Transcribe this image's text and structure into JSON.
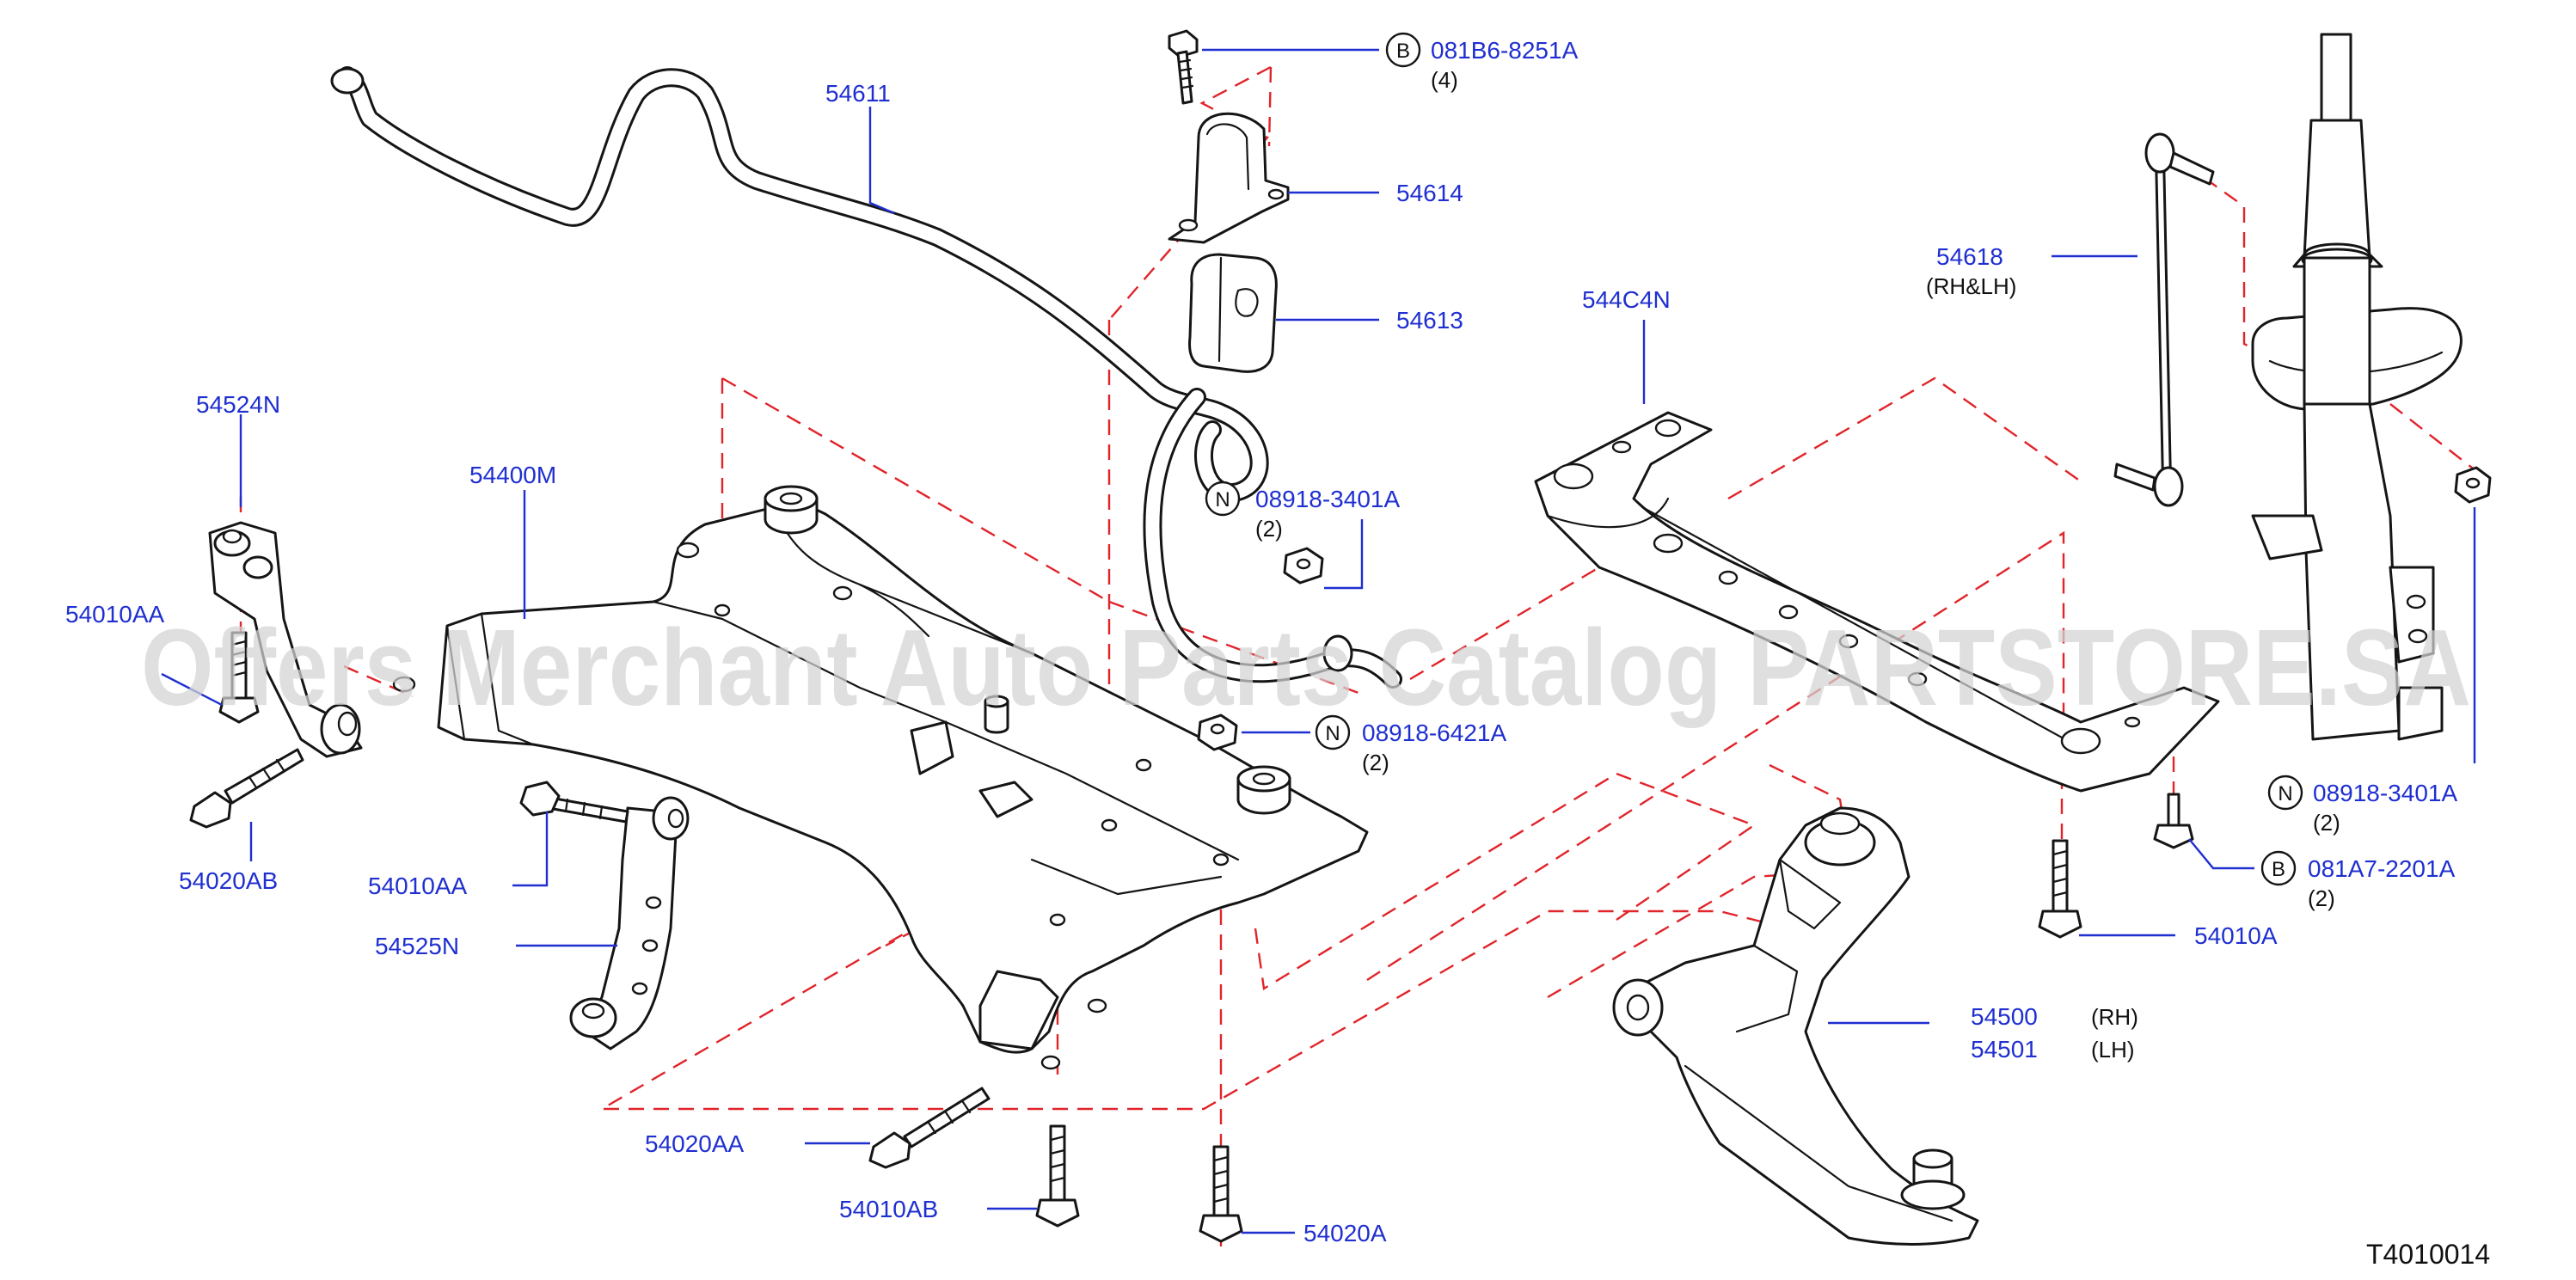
{
  "watermark": "Offers Merchant Auto Parts Catalog PARTSTORE.SA",
  "diagram_code": "T4010014",
  "bolt_symbols": {
    "b": "B",
    "n": "N"
  },
  "callouts": [
    {
      "id": "54611",
      "text": "54611"
    },
    {
      "id": "081B6-8251A",
      "text": "081B6-8251A",
      "symbol": "B",
      "qty": "(4)"
    },
    {
      "id": "54614",
      "text": "54614"
    },
    {
      "id": "54613",
      "text": "54613"
    },
    {
      "id": "54618",
      "text": "54618",
      "qty": "(RH&LH)"
    },
    {
      "id": "544C4N",
      "text": "544C4N"
    },
    {
      "id": "54524N",
      "text": "54524N"
    },
    {
      "id": "54400M",
      "text": "54400M"
    },
    {
      "id": "08918-3401A-top",
      "text": "08918-3401A",
      "symbol": "N",
      "qty": "(2)"
    },
    {
      "id": "54010AA-left",
      "text": "54010AA"
    },
    {
      "id": "08918-6421A",
      "text": "08918-6421A",
      "symbol": "N",
      "qty": "(2)"
    },
    {
      "id": "08918-3401A-right",
      "text": "08918-3401A",
      "symbol": "N",
      "qty": "(2)"
    },
    {
      "id": "081A7-2201A",
      "text": "081A7-2201A",
      "symbol": "B",
      "qty": "(2)"
    },
    {
      "id": "54020AB",
      "text": "54020AB"
    },
    {
      "id": "54010AA-mid",
      "text": "54010AA"
    },
    {
      "id": "54525N",
      "text": "54525N"
    },
    {
      "id": "54010A",
      "text": "54010A"
    },
    {
      "id": "54500",
      "text": "54500",
      "qty": "(RH)"
    },
    {
      "id": "54501",
      "text": "54501",
      "qty": "(LH)"
    },
    {
      "id": "54020AA",
      "text": "54020AA"
    },
    {
      "id": "54010AB",
      "text": "54010AB"
    },
    {
      "id": "54020A",
      "text": "54020A"
    }
  ]
}
